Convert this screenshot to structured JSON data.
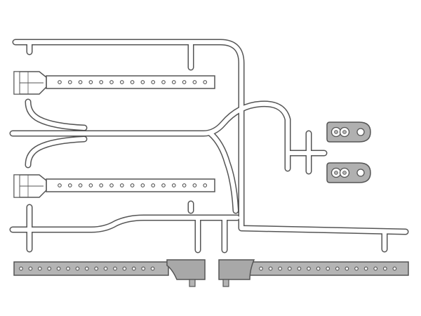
{
  "diagram": {
    "colors": {
      "outline": "#555555",
      "runner_fill": "#ffffff",
      "part_fill_light": "#ffffff",
      "part_fill_grey": "#b4b4b4",
      "buckle_fill": "#a8a8a8",
      "clip_fill": "#b0b0b0",
      "hole_fill": "#ffffff"
    },
    "parts": [
      {
        "name": "upper-strap",
        "kind": "strap-with-buckle",
        "holes": 15,
        "shade": "light"
      },
      {
        "name": "middle-strap",
        "kind": "strap-with-buckle",
        "holes": 15,
        "shade": "light"
      },
      {
        "name": "lower-left-strap",
        "kind": "strap-with-keeper",
        "holes": 15,
        "shade": "grey"
      },
      {
        "name": "lower-right-strap",
        "kind": "strap-with-keeper",
        "holes": 15,
        "shade": "grey"
      },
      {
        "name": "upper-clip",
        "kind": "clip",
        "holes": 3,
        "shade": "grey"
      },
      {
        "name": "lower-clip",
        "kind": "clip",
        "holes": 3,
        "shade": "grey"
      }
    ]
  }
}
